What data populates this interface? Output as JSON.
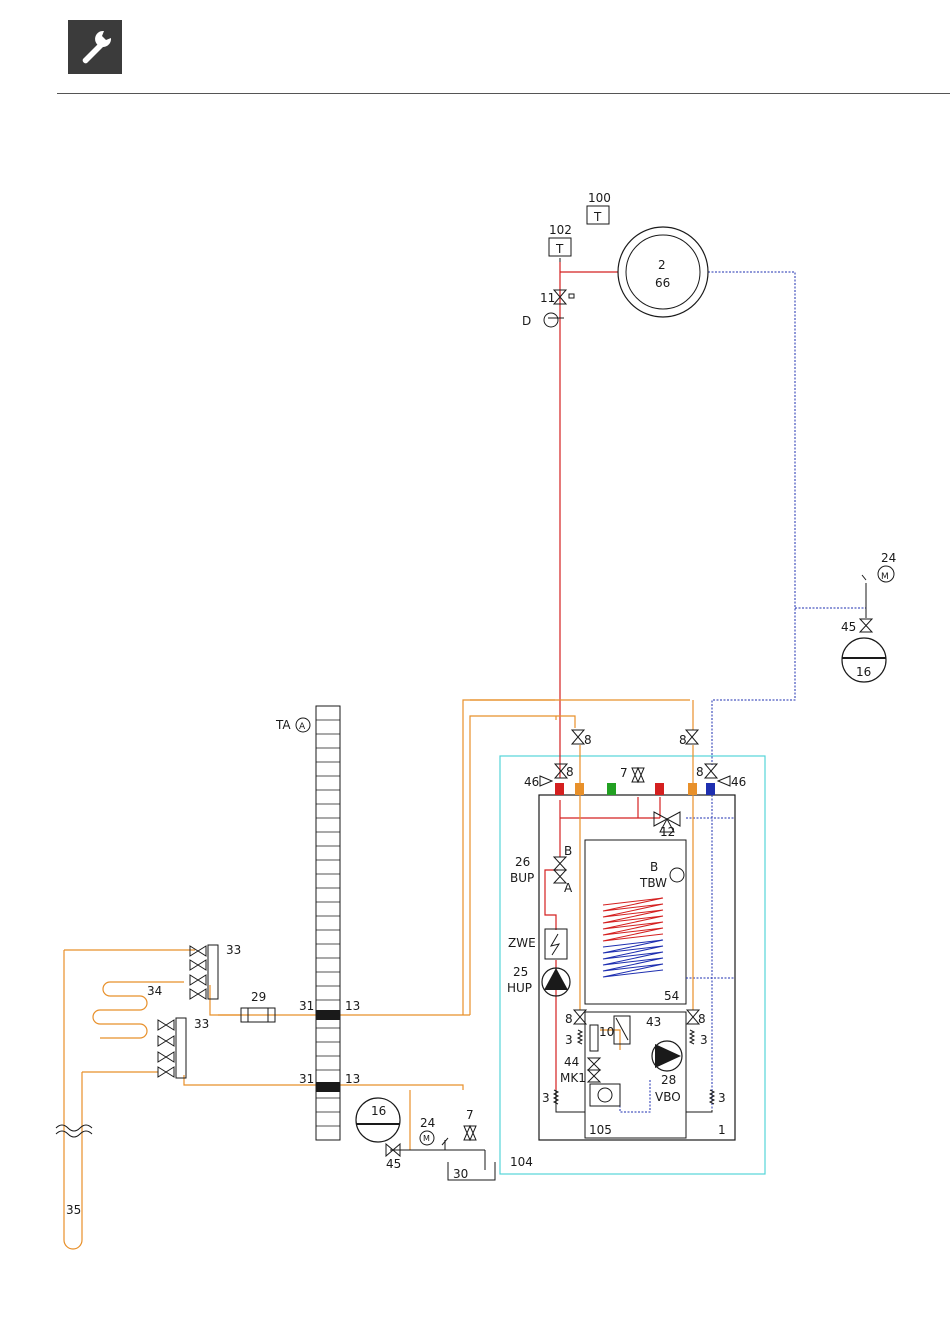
{
  "header": {
    "icon": "wrench-icon"
  },
  "colors": {
    "flow": "#d42020",
    "return": "#1e2fb0",
    "brine": "#e8902a",
    "border": "#55d4d8",
    "green": "#22a022",
    "line": "#1a1a1a"
  },
  "labels": {
    "t100": "100",
    "t100_box": "T",
    "t102": "102",
    "t102_box": "T",
    "unit_2": "2",
    "unit_66": "66",
    "v11": "11",
    "d": "D",
    "top_24": "24",
    "top_M": "M",
    "top_45": "45",
    "top_16": "16",
    "ta": "TA",
    "ta_sym": "A",
    "v8_tl": "8",
    "v8_tr": "8",
    "v8_l": "8",
    "v8_r": "8",
    "v46_l": "46",
    "v46_r": "46",
    "v7_top": "7",
    "v12": "12",
    "bup_26": "26",
    "bup_name": "BUP",
    "bup_b": "B",
    "bup_a": "A",
    "tbw_b": "B",
    "tbw_name": "TBW",
    "zwe": "ZWE",
    "hup_25": "25",
    "hup_name": "HUP",
    "tank_54": "54",
    "v8_ml": "8",
    "v8_mr": "8",
    "s3_ml": "3",
    "s3_mr": "3",
    "c10": "10",
    "c43": "43",
    "mk_44": "44",
    "mk_name": "MK1",
    "vbo_28": "28",
    "vbo_name": "VBO",
    "s3_bl": "3",
    "s3_br": "3",
    "c105": "105",
    "c1": "1",
    "c104": "104",
    "m33a": "33",
    "m33b": "33",
    "p34": "34",
    "f29": "29",
    "w31a": "31",
    "w13a": "13",
    "w31b": "31",
    "w13b": "13",
    "b35": "35",
    "b16": "16",
    "b24": "24",
    "b_M": "M",
    "b45": "45",
    "b7": "7",
    "b30": "30"
  }
}
